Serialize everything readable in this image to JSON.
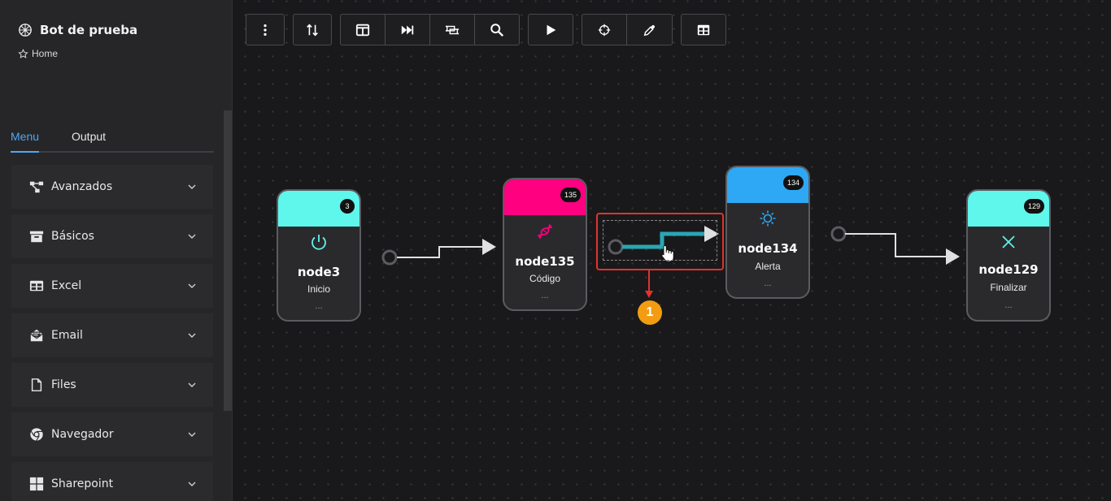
{
  "sidebar": {
    "bot_title": "Bot de prueba",
    "home_label": "Home",
    "tabs": [
      {
        "label": "Menu",
        "active": true
      },
      {
        "label": "Output",
        "active": false
      }
    ],
    "menu_items": [
      {
        "label": "Avanzados",
        "icon": "flow-icon"
      },
      {
        "label": "Básicos",
        "icon": "archive-icon"
      },
      {
        "label": "Excel",
        "icon": "table-icon"
      },
      {
        "label": "Email",
        "icon": "email-icon"
      },
      {
        "label": "Files",
        "icon": "file-icon"
      },
      {
        "label": "Navegador",
        "icon": "chrome-icon"
      },
      {
        "label": "Sharepoint",
        "icon": "windows-icon"
      }
    ]
  },
  "toolbar": {
    "buttons": [
      "more-vert-icon",
      "sort-icon",
      "columns-icon",
      "skip-forward-icon",
      "transform-icon",
      "search-icon",
      "play-icon",
      "crosshair-icon",
      "eyedropper-icon",
      "grid-icon"
    ]
  },
  "nodes": [
    {
      "id": "3",
      "name": "node3",
      "subtitle": "Inicio",
      "dots": "...",
      "color": "#5ff6ec",
      "icon": "power-icon"
    },
    {
      "id": "135",
      "name": "node135",
      "subtitle": "Código",
      "dots": "...",
      "color": "#ff0080",
      "icon": "candy-icon"
    },
    {
      "id": "134",
      "name": "node134",
      "subtitle": "Alerta",
      "dots": "...",
      "color": "#2ea8f5",
      "icon": "sun-icon"
    },
    {
      "id": "129",
      "name": "node129",
      "subtitle": "Finalizar",
      "dots": "...",
      "color": "#5ff6ec",
      "icon": "close-icon"
    }
  ],
  "annotation": {
    "step": "1"
  },
  "colors": {
    "highlight": "#e0332f",
    "step": "#f39c12",
    "active_tab": "#4fa6f5",
    "edge_selected": "#2aa6b4"
  }
}
